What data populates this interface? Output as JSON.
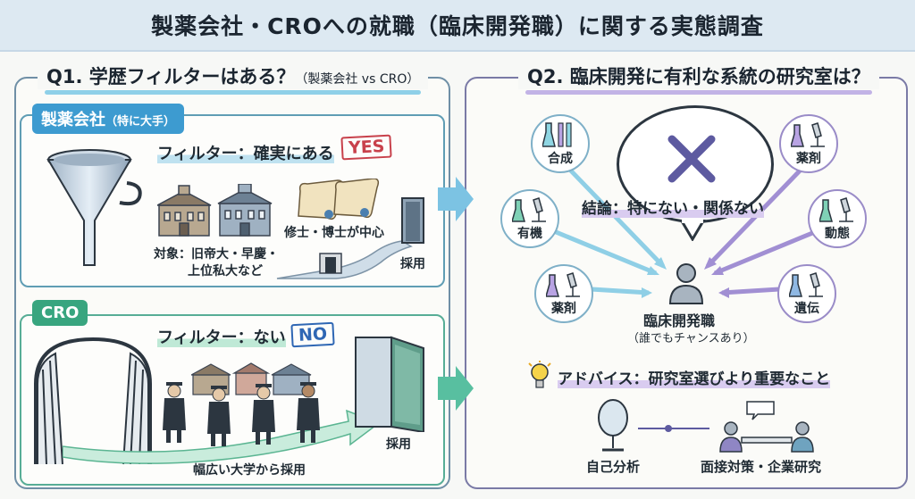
{
  "title": "製薬会社・CROへの就職（臨床開発職）に関する実態調査",
  "q1": {
    "heading": "Q1. 学歴フィルターはある？",
    "heading_small": "（製薬会社 vs CRO）",
    "pharma": {
      "tag": "製薬会社",
      "tag_small": "（特に大手）",
      "filter_label": "フィルター：確実にある",
      "stamp": "YES",
      "target_line1": "対象：旧帝大・早慶・",
      "target_line2": "上位私大など",
      "degree": "修士・博士が中心",
      "hire": "採用"
    },
    "cro": {
      "tag": "CRO",
      "filter_label": "フィルター：ない",
      "stamp": "NO",
      "hire": "採用",
      "caption": "幅広い大学から採用"
    }
  },
  "q2": {
    "heading": "Q2. 臨床開発に有利な系統の研究室は？",
    "labs_left": [
      "合成",
      "有機",
      "薬剤"
    ],
    "labs_right": [
      "薬剤",
      "動態",
      "遺伝"
    ],
    "conclusion": "結論：特にない・関係ない",
    "person_label": "臨床開発職",
    "person_sub": "（誰でもチャンスあり）",
    "advice": "アドバイス：研究室選びより重要なこと",
    "advice_items": [
      "自己分析",
      "面接対策・企業研究"
    ]
  },
  "colors": {
    "blue_line": "#7cc3e3",
    "purple_line": "#9f8ad0",
    "yes_red": "#c8414b",
    "no_blue": "#2f67b4",
    "cross": "#5d5aa0"
  },
  "icons": [
    "funnel-icon",
    "university-icon",
    "diploma-icon",
    "door-icon",
    "gate-icon",
    "graduate-icon",
    "flask-icon",
    "microscope-icon",
    "cross-icon",
    "person-icon",
    "lightbulb-icon",
    "mirror-icon",
    "meeting-icon"
  ]
}
